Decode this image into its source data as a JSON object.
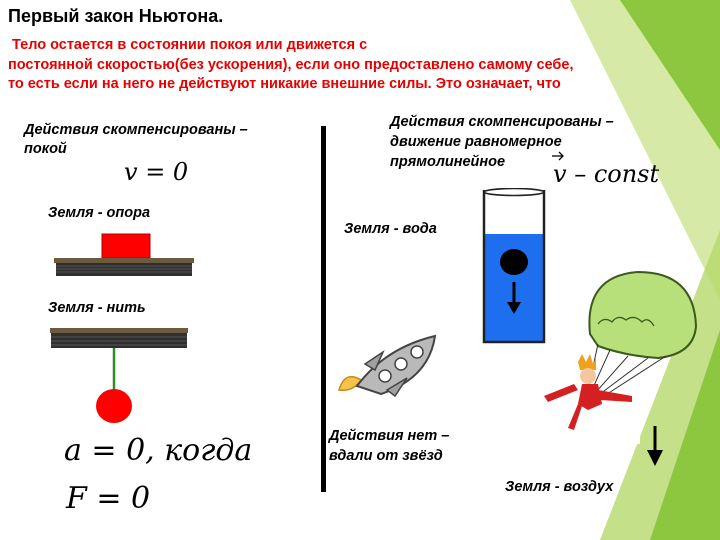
{
  "slide": {
    "title": "Первый закон Ньютона.",
    "law_line1": "Тело остается в состоянии покоя или движется с",
    "law_line2": "постоянной скоростью(без ускорения), если оно предоставлено самому себе,",
    "law_line3": "то есть если на него не действуют никакие внешние силы. Это означает, что"
  },
  "left": {
    "rest_caption_line1": "Действия скомпенсированы –",
    "rest_caption_line2": "покой",
    "formula_v": "v = 0",
    "support_caption": "Земля  - опора",
    "thread_caption": "Земля  - нить",
    "formula_a": "a = 0, когда",
    "formula_f": "F = 0"
  },
  "right": {
    "uniform_caption_line1": "Действия скомпенсированы –",
    "uniform_caption_line2": "движение равномерное",
    "uniform_caption_line3": "прямолинейное",
    "formula_v_const": "v – const",
    "water_caption": "Земля  - вода",
    "no_action_line1": "Действия нет –",
    "no_action_line2": "вдали от звёзд",
    "air_caption": "Земля  - воздух"
  },
  "colors": {
    "accent_green": "#8dc63f",
    "law_red": "#e60000",
    "block_red": "#ff0000",
    "water_blue": "#1e6ff0"
  }
}
